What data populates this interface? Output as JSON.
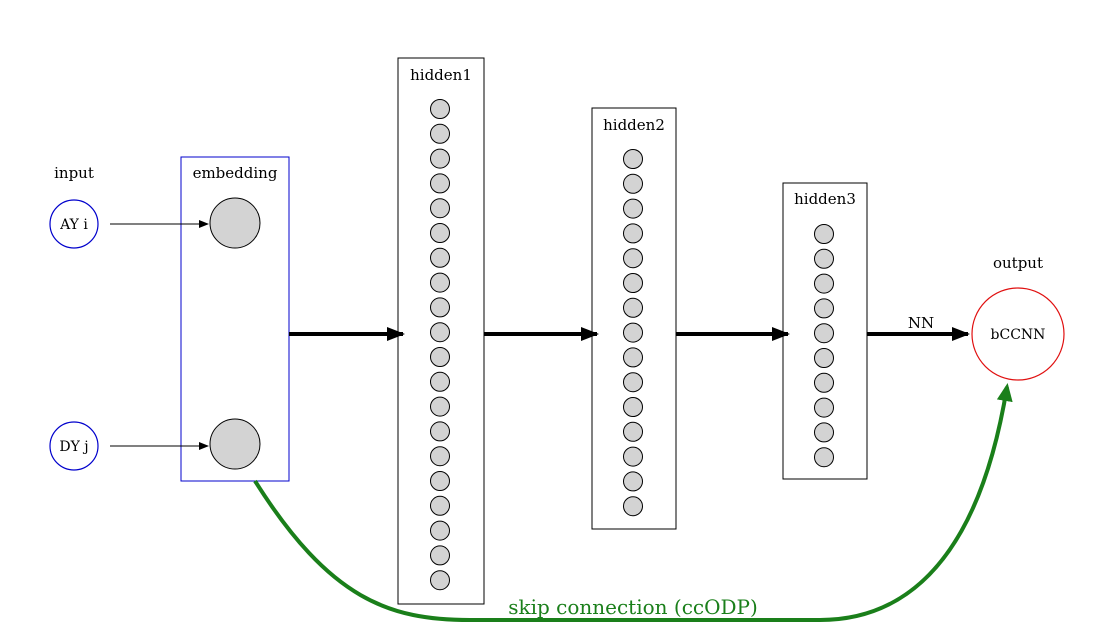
{
  "labels": {
    "input": "input",
    "embedding": "embedding",
    "hidden1": "hidden1",
    "hidden2": "hidden2",
    "hidden3": "hidden3",
    "output": "output",
    "nn": "NN",
    "skip": "skip connection (ccODP)"
  },
  "inputs": [
    "AY i",
    "DY j"
  ],
  "output_node": "bCCNN",
  "layers": {
    "hidden1_units": 20,
    "hidden2_units": 15,
    "hidden3_units": 10
  },
  "colors": {
    "input_border": "#0000cc",
    "embedding_border": "#0000cc",
    "output_border": "#e01010",
    "skip": "#1a7f1a",
    "neuron_fill": "#d3d3d3"
  }
}
